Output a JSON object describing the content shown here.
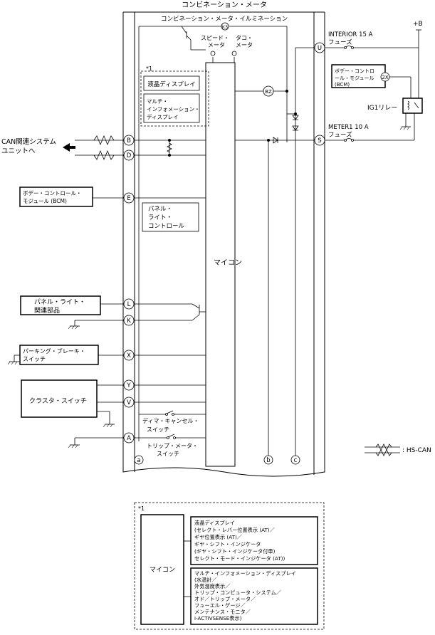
{
  "title": "コンビネーション・メータ",
  "illumination_label": "コンビネーション・メータ・イルミネーション",
  "speedometer_label": [
    "スピード・",
    "メータ"
  ],
  "tachometer_label": [
    "タコ・",
    "メータ"
  ],
  "note_marker": "*1",
  "lcd_display": "液晶ディスプレイ",
  "multi_info_display": [
    "マルチ・",
    "インフォメーション・",
    "ディスプレイ"
  ],
  "microcomputer": "マイコン",
  "panel_light_control": [
    "パネル・",
    "ライト・",
    "コントロール"
  ],
  "dimmer_cancel_switch": [
    "ディマ・キャンセル・",
    "スイッチ"
  ],
  "trip_meter_switch": [
    "トリップ・メータ・",
    "スイッチ"
  ],
  "buzzer": "BZ",
  "terminals": {
    "U": "U",
    "S": "S",
    "B": "B",
    "D": "D",
    "E": "E",
    "L": "L",
    "K": "K",
    "X": "X",
    "Y": "Y",
    "V": "V",
    "A": "A",
    "a": "a",
    "b": "b",
    "c": "c",
    "illum": "K3",
    "bcm_pin": "2X"
  },
  "left": {
    "can_systems": [
      "CAN関連システム",
      "ユニットへ"
    ],
    "bcm": [
      "ボデー・コントロール・",
      "モジュール (BCM)"
    ],
    "panel_light_parts": [
      "パネル・ライト・",
      "関連部品"
    ],
    "parking_brake_switch": [
      "パーキング・ブレーキ・",
      "スイッチ"
    ],
    "cluster_switch": "クラスタ・スイッチ"
  },
  "right": {
    "power": "+B",
    "interior_fuse": [
      "INTERIOR 15 A",
      "フューズ"
    ],
    "meter_fuse": [
      "METER1 10 A",
      "フューズ"
    ],
    "bcm": [
      "ボデー・コントロ",
      "ール・モジュール",
      "(BCM)"
    ],
    "ig1_relay": "IG1リレー",
    "hs_can": ": HS-CAN"
  },
  "footnote": {
    "marker": "*1",
    "microcomputer": "マイコン",
    "lcd_lines": [
      "液晶ディスプレイ",
      "(セレクト・レバー位置表示 (AT)／",
      "ギヤ位置表示 (AT)／",
      "ギヤ・シフト・インジケータ",
      "(ギヤ・シフト・インジケータ付車)",
      "セレクト・モード・インジケータ (AT))"
    ],
    "mid_lines": [
      "マルチ・インフォメーション・ディスプレイ",
      "(水温計／",
      "外気温度表示／",
      "トリップ・コンピュータ・システム／",
      "オド／トリップ・メータ／",
      "フューエル・ゲージ／",
      "メンテナンス・モニタ／",
      "i-ACTIVSENSE表示)"
    ]
  }
}
